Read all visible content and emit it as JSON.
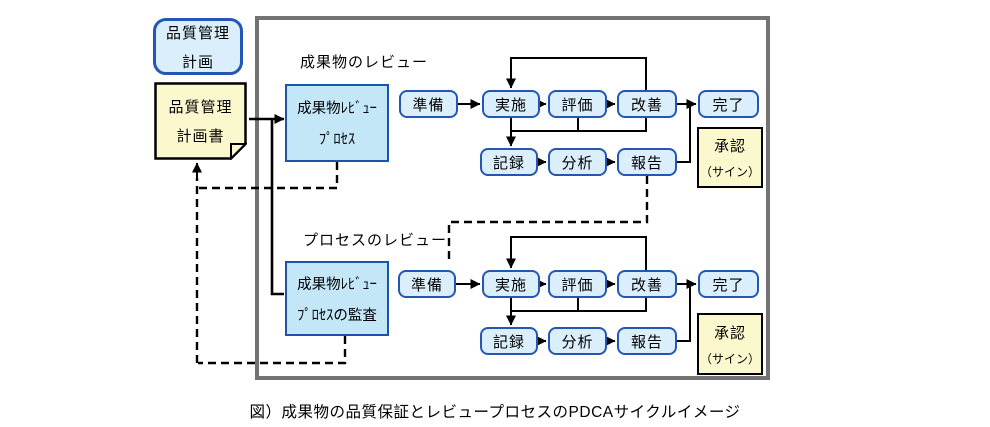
{
  "caption": "図）成果物の品質保証とレビュープロセスのPDCAサイクルイメージ",
  "plan_box": {
    "line1": "品質管理",
    "line2": "計画"
  },
  "plan_doc": {
    "line1": "品質管理",
    "line2": "計画書"
  },
  "sections": [
    {
      "title": "成果物のレビュー",
      "process_line1": "成果物ﾚﾋﾞｭｰ",
      "process_line2": "ﾌﾟﾛｾｽ",
      "prepare": "準備",
      "do": "実施",
      "evaluate": "評価",
      "improve": "改善",
      "complete": "完了",
      "record": "記録",
      "analyze": "分析",
      "report": "報告",
      "approval_line1": "承認",
      "approval_line2": "（サイン）"
    },
    {
      "title": "プロセスのレビュー",
      "process_line1": "成果物ﾚﾋﾞｭｰ",
      "process_line2": "ﾌﾟﾛｾｽの監査",
      "prepare": "準備",
      "do": "実施",
      "evaluate": "評価",
      "improve": "改善",
      "complete": "完了",
      "record": "記録",
      "analyze": "分析",
      "report": "報告",
      "approval_line1": "承認",
      "approval_line2": "（サイン）"
    }
  ],
  "colors": {
    "pill_fill": "#daeefc",
    "pill_border": "#2456b4",
    "big_fill": "#c4e7f8",
    "big_border": "#1a55a8",
    "note_fill": "#fcf8cd",
    "frame": "#737373",
    "line": "#000000"
  }
}
